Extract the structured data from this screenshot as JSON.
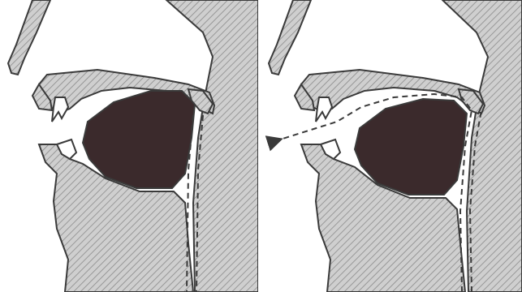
{
  "figure": {
    "panels": [
      {
        "id": "left",
        "airflow": "none",
        "velum": "raised"
      },
      {
        "id": "right",
        "airflow": "oral",
        "airflow_direction": "outward-through-mouth",
        "velum": "raised"
      }
    ]
  },
  "colors": {
    "background": "#ffffff",
    "outline": "#3a3a3a",
    "tissue_fill": "#cfcfcf",
    "hatch": "#8a8a8a",
    "tongue": "#3b2a2c",
    "airflow_dash": "#3a3a3a"
  }
}
